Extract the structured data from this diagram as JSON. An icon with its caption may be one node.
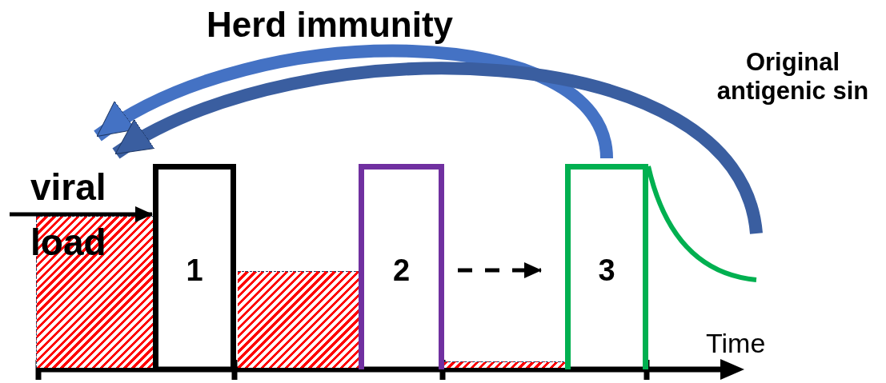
{
  "diagram": {
    "nodes": [
      {
        "text": [
          "viral load"
        ]
      },
      {
        "text": [],
        "shape": "bar"
      },
      {
        "text": [
          "1"
        ]
      },
      {
        "text": [],
        "shape": "bar"
      },
      {
        "text": [
          "2"
        ]
      },
      {
        "text": [],
        "shape": "bar"
      },
      {
        "text": [
          "3"
        ]
      }
    ],
    "edges": [
      {
        "from": 0,
        "to": 2,
        "arrow": "to"
      },
      {
        "from": 4,
        "to": 6,
        "arrow": "to",
        "style": "dashed"
      },
      {
        "from": 6,
        "to": 0,
        "arrow": "to",
        "style": "thick",
        "color": "#4472c4"
      },
      {
        "from": 6,
        "to": 0,
        "arrow": "to",
        "style": "thick",
        "color": "#3a5ea0"
      }
    ],
    "labels": [
      "Herd immunity",
      "Original antigenic sin",
      "Time"
    ]
  }
}
